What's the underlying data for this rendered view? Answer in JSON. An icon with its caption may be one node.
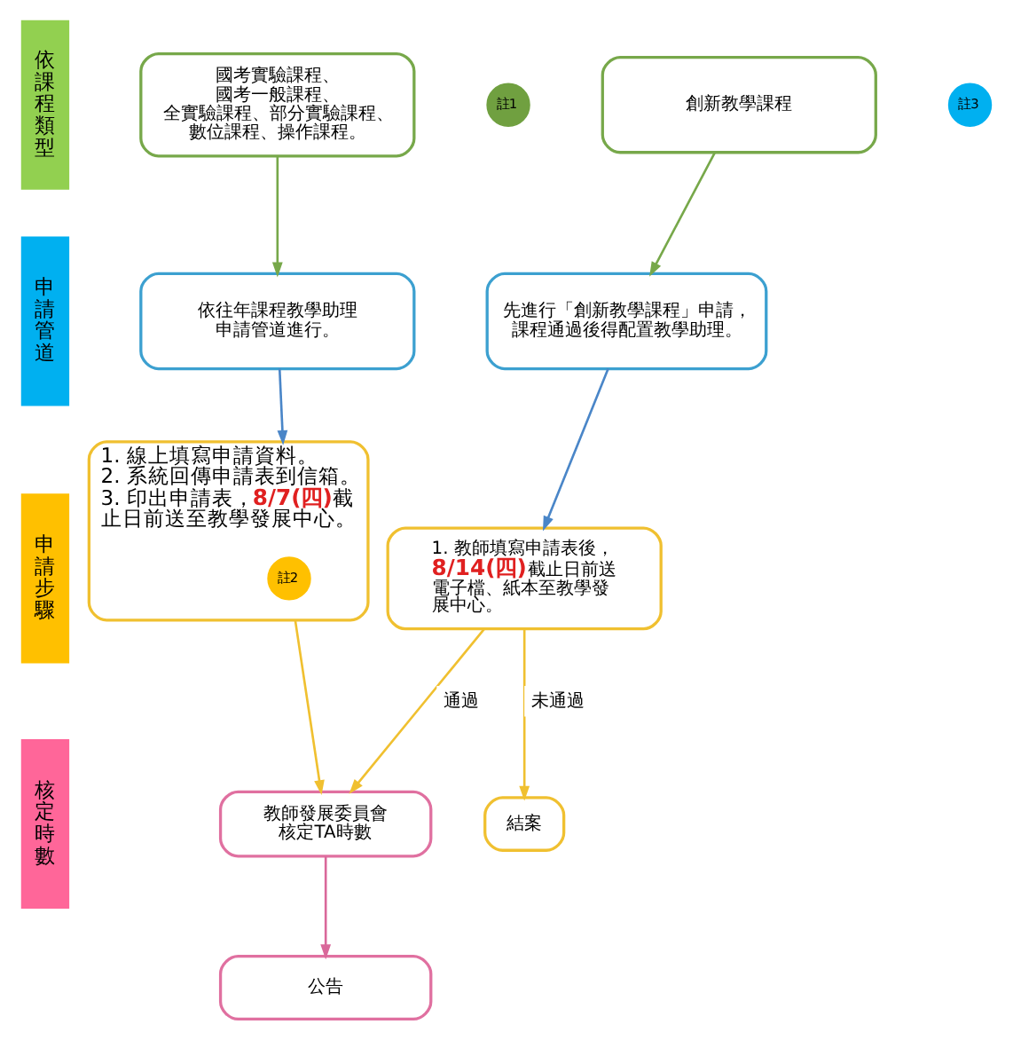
{
  "diagram": {
    "nodes": [
      {
        "text": [
          "依課程類型"
        ]
      },
      {
        "text": [
          "國考實驗課程、國考一般課程、全實驗課程、部分實驗課程、數位課程、操作課程。"
        ]
      },
      {
        "text": [
          "註1"
        ]
      },
      {
        "text": [
          "創新教學課程"
        ]
      },
      {
        "text": [
          "註3"
        ]
      },
      {
        "text": [
          "申請管道"
        ]
      },
      {
        "text": [
          "依往年課程教學助理申請管道進行。"
        ]
      },
      {
        "text": [
          "先進行「創新教學課程」申請，課程通過後得配置教學助理。"
        ]
      },
      {
        "text": [
          "申請步驟"
        ]
      },
      {
        "text": [
          "1. 線上填寫申請資料。",
          "2. 系統回傳申請表到信箱。",
          "3. 印出申請表，**8/7(四)**截止日前送至教學發展中心。"
        ]
      },
      {
        "text": [
          "註2"
        ],
        "in": 9
      },
      {
        "text": [
          "1. 教師填寫申請表後，**8/14(四)**截止日前送電子檔、紙本至教學發展中心。"
        ]
      },
      {
        "text": [
          "核定時數"
        ]
      },
      {
        "text": [
          "結案"
        ]
      },
      {
        "text": [
          "教師發展委員會核定TA時數"
        ]
      },
      {
        "text": [
          "公告"
        ]
      }
    ],
    "edges": [
      {
        "from": 1,
        "to": 6,
        "arrow": "to",
        "color": "#77a84a"
      },
      {
        "from": 3,
        "to": 7,
        "arrow": "to",
        "color": "#77a84a"
      },
      {
        "from": 6,
        "to": 9,
        "arrow": "to",
        "color": "#4a86c8"
      },
      {
        "from": 7,
        "to": 11,
        "arrow": "to",
        "color": "#4a86c8"
      },
      {
        "from": 9,
        "to": 14,
        "arrow": "to"
      },
      {
        "from": 11,
        "to": 14,
        "arrow": "to",
        "label": "通過"
      },
      {
        "from": 11,
        "to": 13,
        "arrow": "to",
        "label": "未通過"
      },
      {
        "from": 14,
        "to": 15,
        "arrow": "to",
        "color": "#d9689a"
      }
    ]
  }
}
